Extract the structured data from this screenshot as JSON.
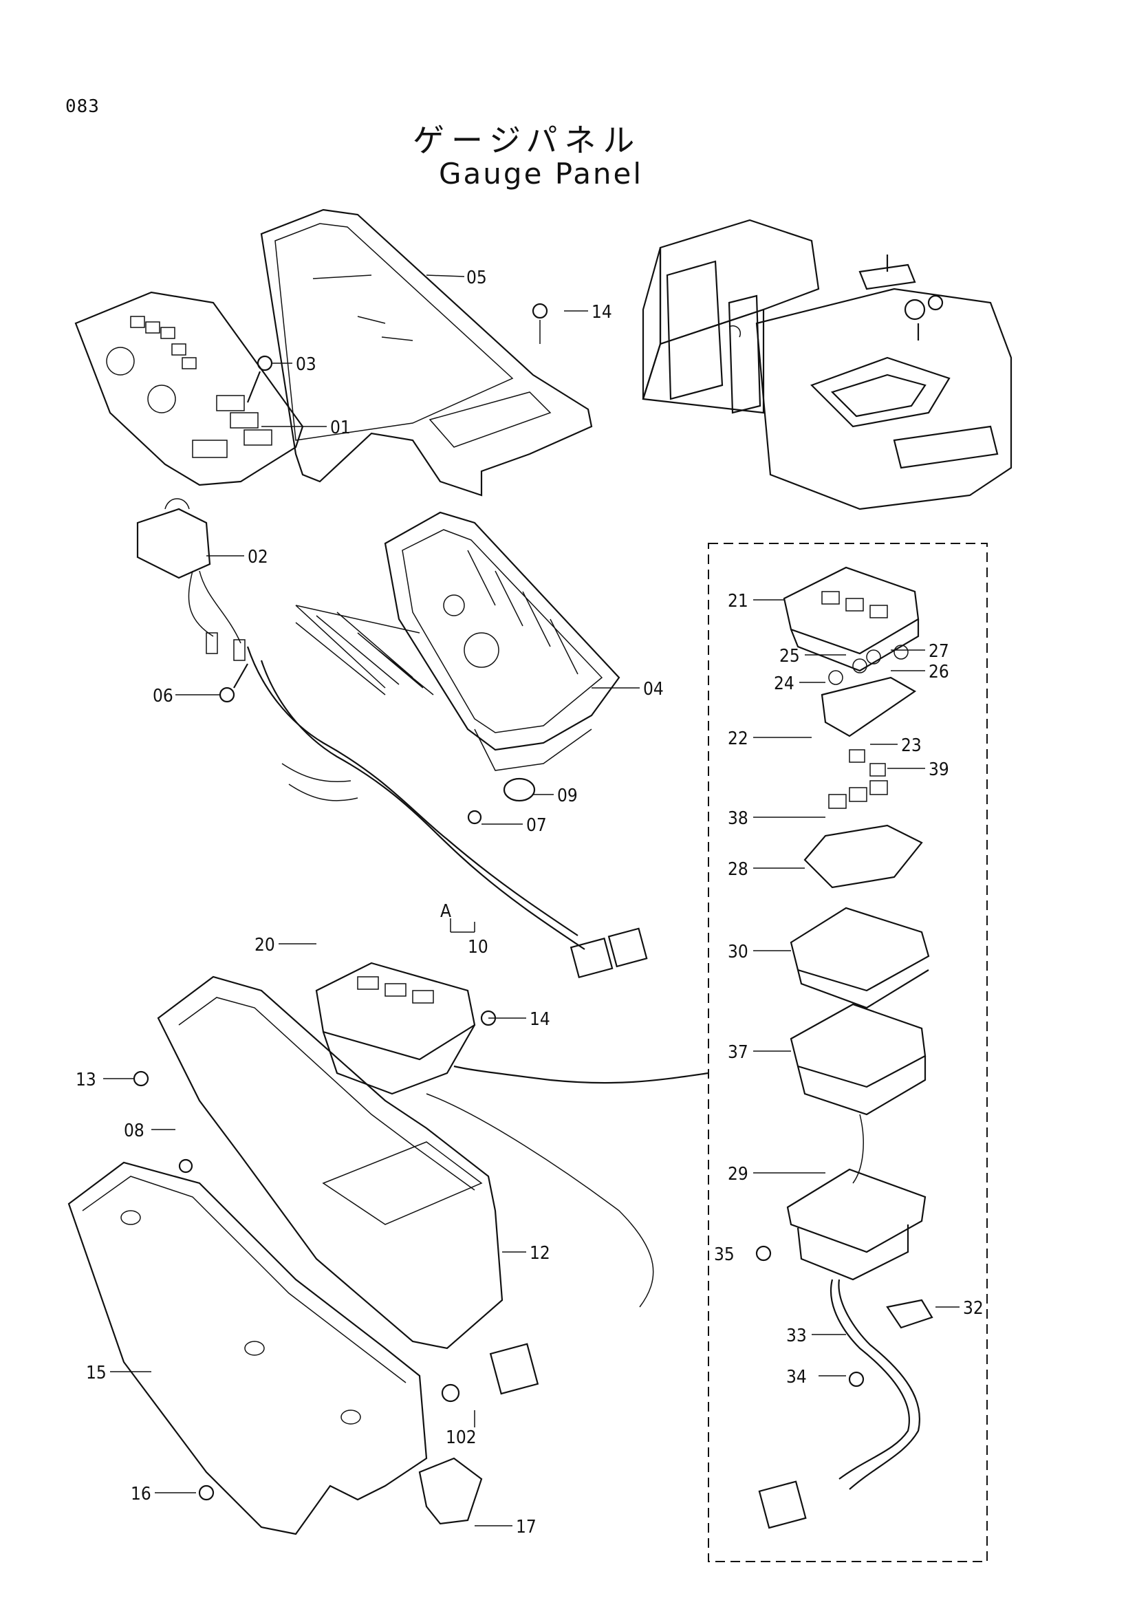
{
  "page_number": "083",
  "title_jp": "ゲージパネル",
  "title_en": "Gauge Panel",
  "callouts": [
    {
      "id": "05",
      "text": "05"
    },
    {
      "id": "14a",
      "text": "14"
    },
    {
      "id": "03",
      "text": "03"
    },
    {
      "id": "01",
      "text": "01"
    },
    {
      "id": "02",
      "text": "02"
    },
    {
      "id": "06",
      "text": "06"
    },
    {
      "id": "04",
      "text": "04"
    },
    {
      "id": "09",
      "text": "09"
    },
    {
      "id": "07",
      "text": "07"
    },
    {
      "id": "A",
      "text": "A"
    },
    {
      "id": "10",
      "text": "10"
    },
    {
      "id": "20",
      "text": "20"
    },
    {
      "id": "14b",
      "text": "14"
    },
    {
      "id": "13",
      "text": "13"
    },
    {
      "id": "08",
      "text": "08"
    },
    {
      "id": "12",
      "text": "12"
    },
    {
      "id": "15",
      "text": "15"
    },
    {
      "id": "102",
      "text": "102"
    },
    {
      "id": "16",
      "text": "16"
    },
    {
      "id": "17",
      "text": "17"
    },
    {
      "id": "21",
      "text": "21"
    },
    {
      "id": "25",
      "text": "25"
    },
    {
      "id": "27",
      "text": "27"
    },
    {
      "id": "24",
      "text": "24"
    },
    {
      "id": "26",
      "text": "26"
    },
    {
      "id": "22",
      "text": "22"
    },
    {
      "id": "23",
      "text": "23"
    },
    {
      "id": "39",
      "text": "39"
    },
    {
      "id": "38",
      "text": "38"
    },
    {
      "id": "28",
      "text": "28"
    },
    {
      "id": "30",
      "text": "30"
    },
    {
      "id": "37",
      "text": "37"
    },
    {
      "id": "29",
      "text": "29"
    },
    {
      "id": "35",
      "text": "35"
    },
    {
      "id": "32",
      "text": "32"
    },
    {
      "id": "33",
      "text": "33"
    },
    {
      "id": "34",
      "text": "34"
    }
  ]
}
